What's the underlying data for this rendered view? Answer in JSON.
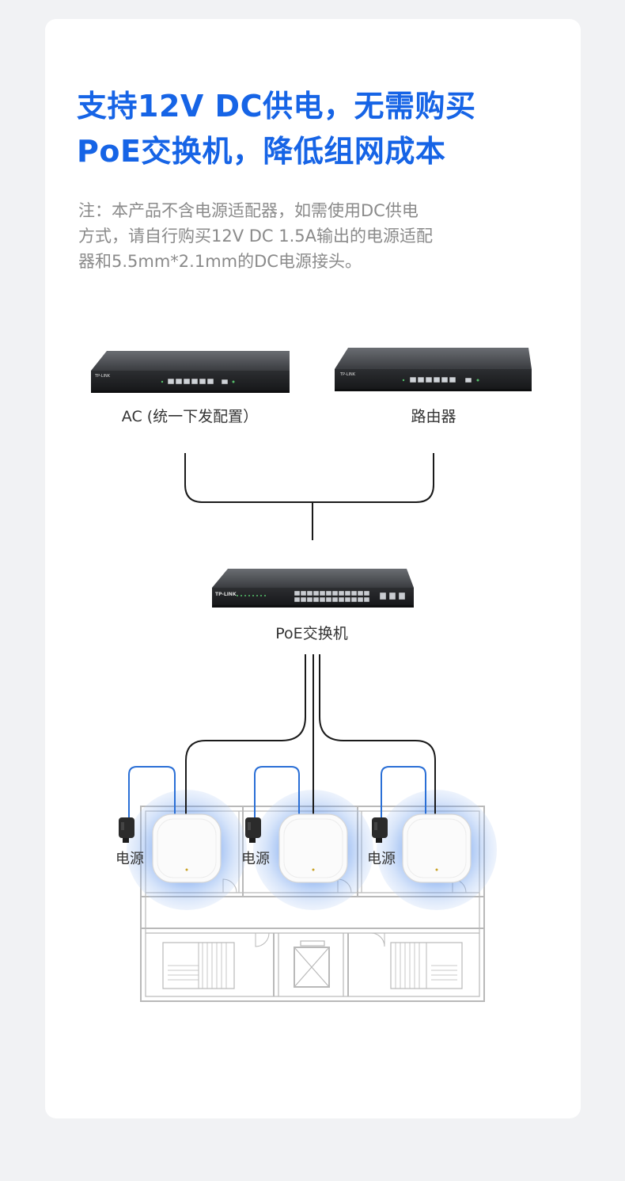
{
  "title": {
    "line1": "支持12V DC供电，无需购买",
    "line2": "PoE交换机，降低组网成本"
  },
  "note": {
    "line1": "注：本产品不含电源适配器，如需使用DC供电",
    "line2": "方式，请自行购买12V DC 1.5A输出的电源适配",
    "line3": "器和5.5mm*2.1mm的DC电源接头。"
  },
  "devices": {
    "ac_label": "AC (统一下发配置）",
    "router_label": "路由器",
    "switch_label": "PoE交换机",
    "brand": "TP-LINK"
  },
  "power": {
    "label_left": "电源",
    "label_middle": "电源",
    "label_right": "电源"
  },
  "colors": {
    "accent": "#1664e6",
    "power_cable": "#2a6fd6",
    "coverage": "#4a86e8"
  }
}
